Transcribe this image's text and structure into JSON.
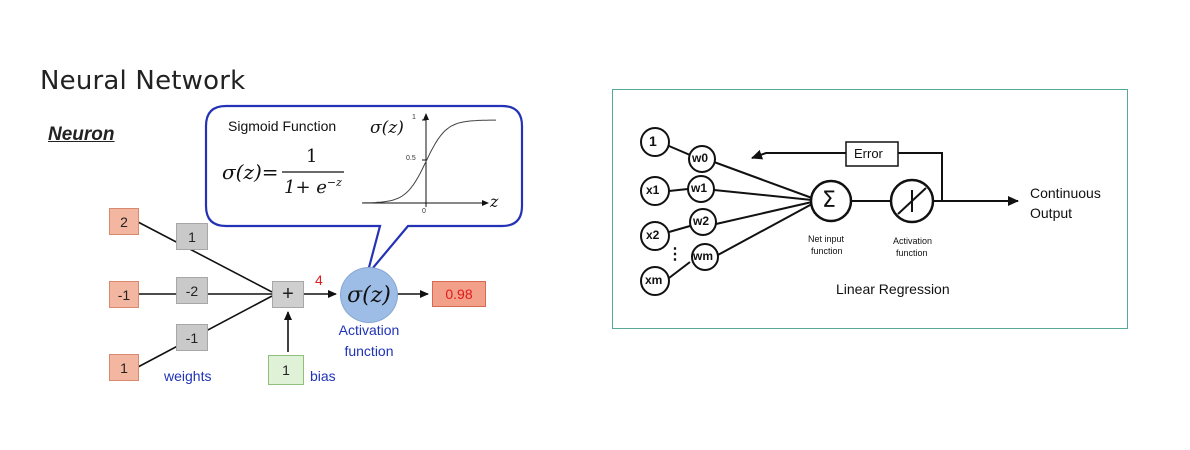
{
  "title": "Neural Network",
  "neuron": {
    "label": "Neuron",
    "inputs": [
      "2",
      "-1",
      "1"
    ],
    "weights": [
      "1",
      "-2",
      "-1"
    ],
    "sum_symbol": "+",
    "sum_value": "4",
    "bias_value": "1",
    "weights_label": "weights",
    "bias_label": "bias",
    "activation_symbol": "σ(z)",
    "activation_label_line1": "Activation",
    "activation_label_line2": "function",
    "output": "0.98",
    "colors": {
      "input": "#f3b7a1",
      "weight": "#c9c9c9",
      "bias": "#dff1d6",
      "output_text": "#e01b1b",
      "callout_border": "#2433b5",
      "label_blue": "#1f33b8"
    }
  },
  "callout": {
    "title": "Sigmoid Function",
    "formula_lhs": "σ(z)=",
    "formula_numerator": "1",
    "formula_denominator_base": "1+ e",
    "formula_exponent": "−z",
    "plot_ylabel": "σ(z)",
    "plot_xlabel": "z",
    "plot_tick_top": "1",
    "plot_tick_mid": "0.5",
    "plot_tick_origin": "0"
  },
  "linear_regression": {
    "bias_input": "1",
    "inputs": [
      "x1",
      "x2",
      "xm"
    ],
    "weights": [
      "w0",
      "w1",
      "w2",
      "wm"
    ],
    "dots": "⋮",
    "sum_symbol": "Σ",
    "error_label": "Error",
    "net_input_line1": "Net input",
    "net_input_line2": "function",
    "activation_line1": "Activation",
    "activation_line2": "function",
    "output_line1": "Continuous",
    "output_line2": "Output",
    "caption": "Linear Regression",
    "frame_color": "#58a897"
  }
}
